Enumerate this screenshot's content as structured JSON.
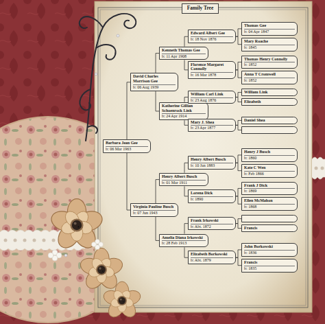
{
  "diagram": {
    "title": "Family Tree",
    "nodes": [
      {
        "text": [
          "Barbara Jean Gee",
          "b: 06 Mar 1963"
        ]
      },
      {
        "text": [
          "David Charles Morrison Gee",
          "b: 06 Aug 1939"
        ]
      },
      {
        "text": [
          "Virginia Pauline Busch",
          "b: 07 Jun 1943"
        ]
      },
      {
        "text": [
          "Kenneth Thomas Gee",
          "b: 11 Apr 1908"
        ]
      },
      {
        "text": [
          "Katherine Gillian Schoenrock Link",
          "b: 24 Apr 1914"
        ]
      },
      {
        "text": [
          "Henry Albert Busch",
          "b: 01 Mar 1911"
        ]
      },
      {
        "text": [
          "Amelia Diana Irkowski",
          "b: 28 Feb 1913"
        ]
      },
      {
        "text": [
          "Edward Albert Gee",
          "b: 18 Nov 1876"
        ]
      },
      {
        "text": [
          "Florence Margaret Connolly",
          "b: 16 Mar 1878"
        ]
      },
      {
        "text": [
          "William Carl Link",
          "b: 23 Aug 1876"
        ]
      },
      {
        "text": [
          "Mary J. Shea",
          "b: 23 Apr 1877"
        ]
      },
      {
        "text": [
          "Henry Albert Busch",
          "b: 10 Jan 1883"
        ]
      },
      {
        "text": [
          "Lorena Dick",
          "b: 1890"
        ]
      },
      {
        "text": [
          "Frank Irkowski",
          "b: Abt. 1872"
        ]
      },
      {
        "text": [
          "Elizabeth Borkowski",
          "b: Abt. 1879"
        ]
      },
      {
        "text": [
          "Thomas Gee",
          "b: 04 Apr 1847"
        ]
      },
      {
        "text": [
          "Mary Roache",
          "b: 1845"
        ]
      },
      {
        "text": [
          "Thomas Henry Connolly",
          "b: 1852"
        ]
      },
      {
        "text": [
          "Anna T Cromwell",
          "b: 1852"
        ]
      },
      {
        "text": [
          "William Link"
        ]
      },
      {
        "text": [
          "Elizabeth"
        ]
      },
      {
        "text": [
          "Daniel Shea"
        ]
      },
      {
        "text": [
          "Henry J Busch",
          "b: 1860"
        ]
      },
      {
        "text": [
          "Kate C Wen",
          "b: Feb 1866"
        ]
      },
      {
        "text": [
          "Frank J Dick",
          "b: 1869"
        ]
      },
      {
        "text": [
          "Ellen McMahon",
          "b: 1868"
        ]
      },
      {
        "text": [
          "Francis"
        ]
      },
      {
        "text": [
          "John Borkowski",
          "b: 1836"
        ]
      },
      {
        "text": [
          "Francis",
          "b: 1835"
        ]
      }
    ],
    "edges": [
      {
        "from": 0,
        "to": 1,
        "arrow": "none"
      },
      {
        "from": 0,
        "to": 2,
        "arrow": "none"
      },
      {
        "from": 1,
        "to": 3,
        "arrow": "none"
      },
      {
        "from": 1,
        "to": 4,
        "arrow": "none"
      },
      {
        "from": 2,
        "to": 5,
        "arrow": "none"
      },
      {
        "from": 2,
        "to": 6,
        "arrow": "none"
      },
      {
        "from": 3,
        "to": 7,
        "arrow": "none"
      },
      {
        "from": 3,
        "to": 8,
        "arrow": "none"
      },
      {
        "from": 4,
        "to": 9,
        "arrow": "none"
      },
      {
        "from": 4,
        "to": 10,
        "arrow": "none"
      },
      {
        "from": 5,
        "to": 11,
        "arrow": "none"
      },
      {
        "from": 5,
        "to": 12,
        "arrow": "none"
      },
      {
        "from": 6,
        "to": 13,
        "arrow": "none"
      },
      {
        "from": 6,
        "to": 14,
        "arrow": "none"
      },
      {
        "from": 7,
        "to": 15,
        "arrow": "none"
      },
      {
        "from": 7,
        "to": 16,
        "arrow": "none"
      },
      {
        "from": 8,
        "to": 17,
        "arrow": "none"
      },
      {
        "from": 8,
        "to": 18,
        "arrow": "none"
      },
      {
        "from": 9,
        "to": 19,
        "arrow": "none"
      },
      {
        "from": 9,
        "to": 20,
        "arrow": "none"
      },
      {
        "from": 10,
        "to": 21,
        "arrow": "none"
      },
      {
        "from": 11,
        "to": 22,
        "arrow": "none"
      },
      {
        "from": 11,
        "to": 23,
        "arrow": "none"
      },
      {
        "from": 12,
        "to": 24,
        "arrow": "none"
      },
      {
        "from": 12,
        "to": 25,
        "arrow": "none"
      },
      {
        "from": 13,
        "to": 26,
        "arrow": "none"
      },
      {
        "from": 14,
        "to": 27,
        "arrow": "none"
      },
      {
        "from": 14,
        "to": 28,
        "arrow": "none"
      }
    ]
  }
}
